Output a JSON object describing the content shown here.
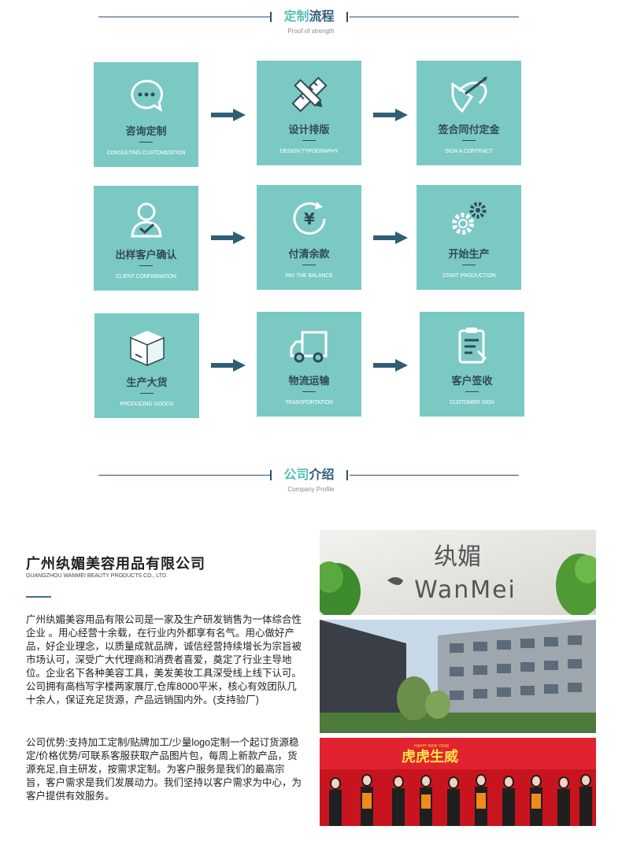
{
  "section1": {
    "title_a": "定制",
    "title_b": "流程",
    "subtitle": "Proof of strength"
  },
  "steps": [
    {
      "zh": "咨询定制",
      "en": "CONSULTING CUSTOMIZATION",
      "icon": "chat-bubble-icon"
    },
    {
      "zh": "设计排版",
      "en": "DESIGN TYPOGRAPHY",
      "icon": "pencil-ruler-icon"
    },
    {
      "zh": "签合同付定金",
      "en": "SIGN A CONTRACT",
      "icon": "signature-pen-icon"
    },
    {
      "zh": "出样客户确认",
      "en": "CLIENT CONFIRMATION",
      "icon": "user-icon"
    },
    {
      "zh": "付清余款",
      "en": "PAY THE BALANCE",
      "icon": "yen-coin-icon"
    },
    {
      "zh": "开始生产",
      "en": "START PRODUCTION",
      "icon": "gears-icon"
    },
    {
      "zh": "生产大货",
      "en": "PRODUCING GOODS",
      "icon": "box-icon"
    },
    {
      "zh": "物流运输",
      "en": "TRANSPORTATION",
      "icon": "truck-icon"
    },
    {
      "zh": "客户签收",
      "en": "CUSTOMER SIGN",
      "icon": "clipboard-icon"
    }
  ],
  "section2": {
    "title_a": "公司",
    "title_b": "介绍",
    "subtitle": "Company Profile"
  },
  "company": {
    "name": "广州纨媚美容用品有限公司",
    "name_en": "GUANGZHOU WANMEI BEAUTY PRODUCTS CO., LTD.",
    "para1": "广州纨媚美容用品有限公司是一家及生产研发销售为一体综合性企业 。用心经营十余载，在行业内外都享有名气。用心做好产品，好企业理念，以质量成就品牌，诚信经营持续增长为宗旨被市场认可，深受广大代理商和消费者喜爱，奠定了行业主导地位。企业名下各种美容工具，美发美妆工具深受线上线下认可。公司拥有高档写字楼两家展厅,仓库8000平米，核心有效团队几十余人，保证充足货源，产品远销国内外。(支持验厂)",
    "para2": "公司优势:支持加工定制/贴牌加工/少量logo定制一个起订货源稳定/价格优势/可联系客服获取产品图片包，每周上新款产品，货源充足,自主研发，按需求定制。为客户服务是我们的最高宗旨，客户需求是我们发展动力。我们坚持以客户需求为中心，为客户提供有效服务。"
  },
  "photos": {
    "logo_zh": "纨媚",
    "logo_en": "WanMei",
    "banner_text": "虎虎生威",
    "banner_small": "HAPPY NEW YEAR"
  },
  "colors": {
    "tile": "#7bc9c3",
    "accent": "#55c1b7",
    "dark": "#2f5d7a",
    "arrow": "#2e5f73"
  }
}
